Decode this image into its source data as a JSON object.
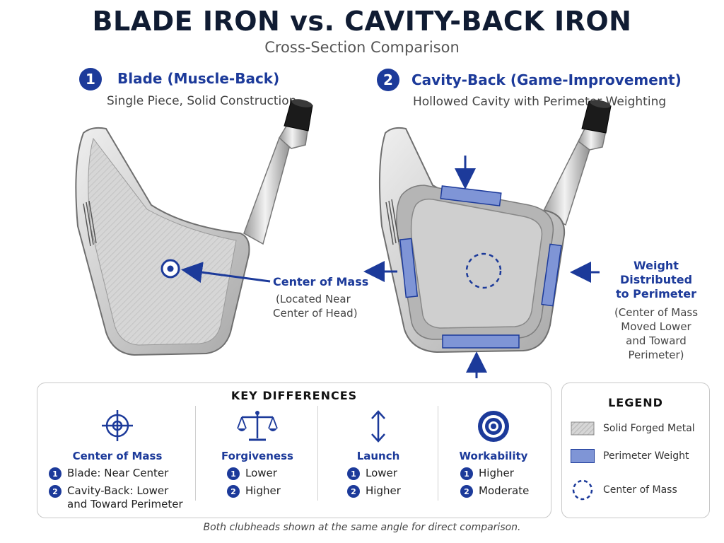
{
  "title": "BLADE IRON vs. CAVITY-BACK IRON",
  "subtitle": "Cross-Section Comparison",
  "blade": {
    "number": "1",
    "title": "Blade (Muscle-Back)",
    "subtitle": "Single Piece, Solid Construction",
    "callout": {
      "title": "Center of Mass",
      "line1": "(Located Near",
      "line2": "Center of Head)"
    }
  },
  "cavity": {
    "number": "2",
    "title": "Cavity-Back (Game-Improvement)",
    "subtitle": "Hollowed Cavity with Perimeter Weighting",
    "callout": {
      "title1": "Weight Distributed",
      "title2": "to Perimeter",
      "line1": "(Center of Mass",
      "line2": "Moved Lower",
      "line3": "and Toward Perimeter)"
    }
  },
  "key_differences": {
    "title": "KEY DIFFERENCES",
    "columns": [
      {
        "icon": "crosshair-icon",
        "heading": "Center of Mass",
        "n1": "1",
        "v1": "Blade: Near Center",
        "n2": "2",
        "v2a": "Cavity-Back: Lower",
        "v2b": "and Toward Perimeter"
      },
      {
        "icon": "scale-icon",
        "heading": "Forgiveness",
        "n1": "1",
        "v1": "Lower",
        "n2": "2",
        "v2a": "Higher"
      },
      {
        "icon": "up-down-arrow-icon",
        "heading": "Launch",
        "n1": "1",
        "v1": "Lower",
        "n2": "2",
        "v2a": "Higher"
      },
      {
        "icon": "target-icon",
        "heading": "Workability",
        "n1": "1",
        "v1": "Higher",
        "n2": "2",
        "v2a": "Moderate"
      }
    ]
  },
  "legend": {
    "title": "LEGEND",
    "items": [
      {
        "label": "Solid Forged Metal"
      },
      {
        "label": "Perimeter Weight"
      },
      {
        "label": "Center of Mass"
      }
    ]
  },
  "caption": "Both clubheads shown at the same angle for direct comparison.",
  "colors": {
    "accent": "#1c3a9a",
    "weight_fill": "#7f95d6",
    "metal": "#d8d8d8"
  }
}
